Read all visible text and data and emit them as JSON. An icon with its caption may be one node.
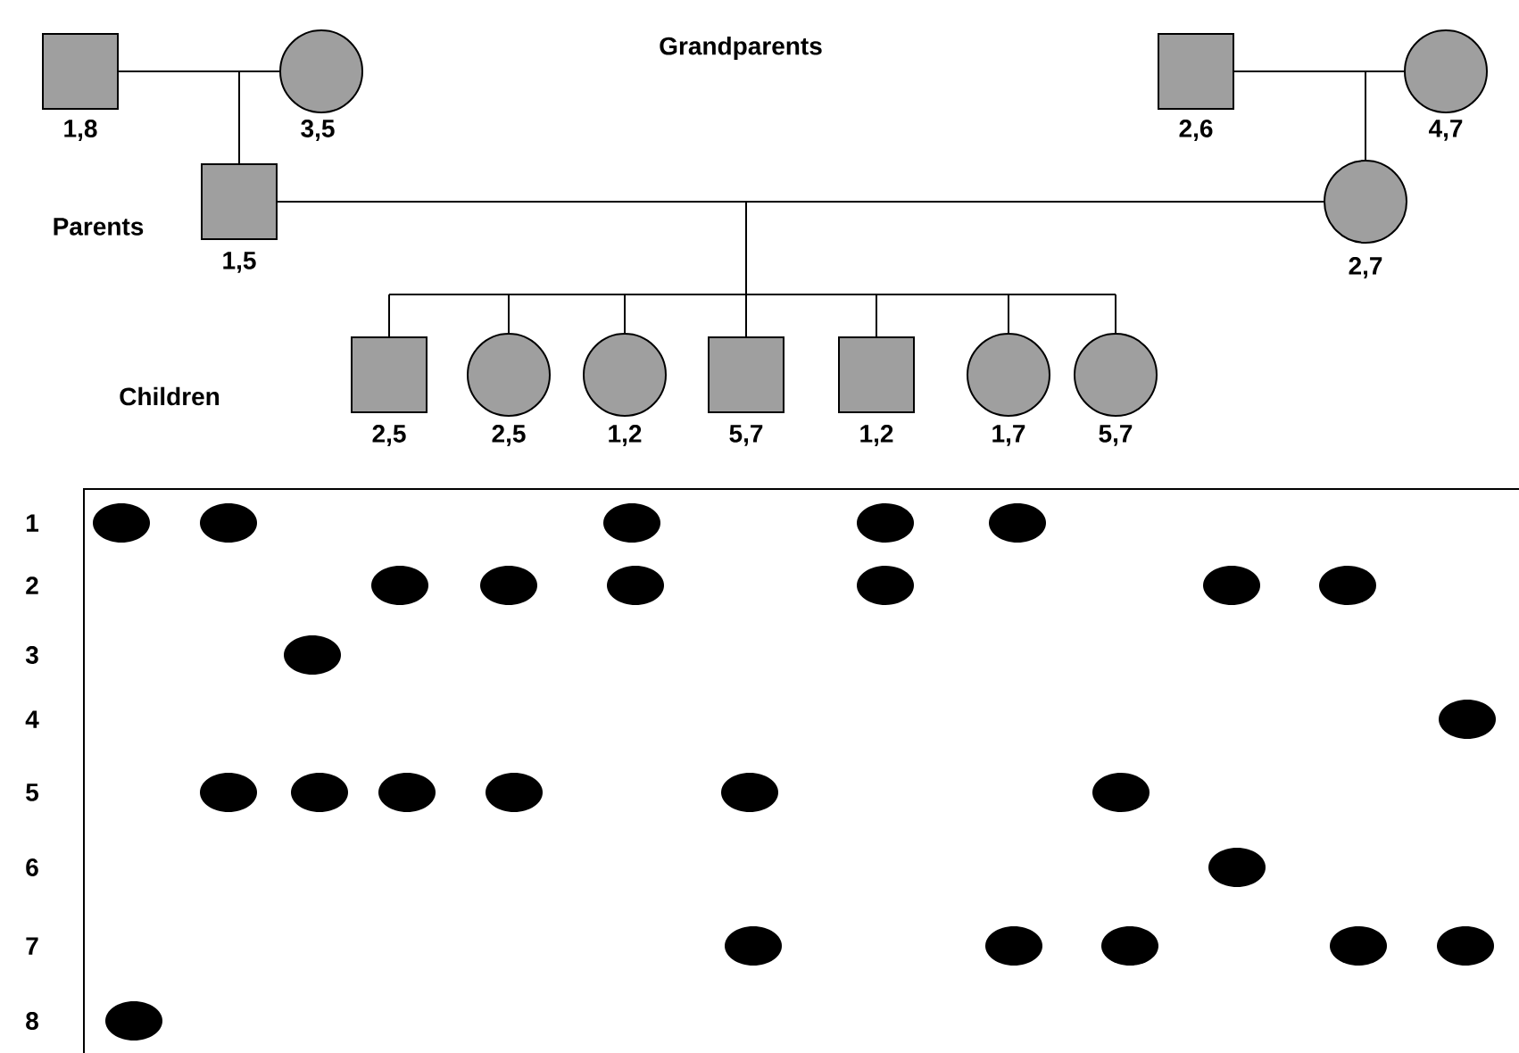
{
  "diagram": {
    "nodes": [
      {
        "text": [],
        "shape": "box",
        "beside": [
          "1,8"
        ]
      },
      {
        "text": [],
        "shape": "circle",
        "beside": [
          "3,5"
        ]
      },
      {
        "text": [],
        "shape": "box",
        "beside": [
          "1,5"
        ]
      },
      {
        "text": [],
        "shape": "box",
        "beside": [
          "2,6"
        ]
      },
      {
        "text": [],
        "shape": "circle",
        "beside": [
          "4,7"
        ]
      },
      {
        "text": [],
        "shape": "circle",
        "beside": [
          "2,7"
        ]
      },
      {
        "text": [],
        "shape": "box",
        "beside": [
          "2,5"
        ]
      },
      {
        "text": [],
        "shape": "circle",
        "beside": [
          "2,5"
        ]
      },
      {
        "text": [],
        "shape": "circle",
        "beside": [
          "1,2"
        ]
      },
      {
        "text": [],
        "shape": "box",
        "beside": [
          "5,7"
        ]
      },
      {
        "text": [],
        "shape": "box",
        "beside": [
          "1,2"
        ]
      },
      {
        "text": [],
        "shape": "circle",
        "beside": [
          "1,7"
        ]
      },
      {
        "text": [],
        "shape": "circle",
        "beside": [
          "5,7"
        ]
      }
    ],
    "edges": [
      {
        "from": 0,
        "to": 1,
        "arrow": "none"
      },
      {
        "from": null,
        "to": 2,
        "arrow": "none"
      },
      {
        "from": 3,
        "to": 4,
        "arrow": "none"
      },
      {
        "from": null,
        "to": 5,
        "arrow": "none"
      },
      {
        "from": 2,
        "to": 5,
        "arrow": "none"
      },
      {
        "from": null,
        "to": 6,
        "arrow": "none"
      },
      {
        "from": null,
        "to": 7,
        "arrow": "none"
      },
      {
        "from": null,
        "to": 8,
        "arrow": "none"
      },
      {
        "from": null,
        "to": 9,
        "arrow": "none"
      },
      {
        "from": null,
        "to": 10,
        "arrow": "none"
      },
      {
        "from": null,
        "to": 11,
        "arrow": "none"
      },
      {
        "from": null,
        "to": 12,
        "arrow": "none"
      }
    ],
    "labels": [
      "Grandparents",
      "Parents",
      "Children",
      "1",
      "2",
      "3",
      "4",
      "5",
      "6",
      "7",
      "8"
    ]
  }
}
